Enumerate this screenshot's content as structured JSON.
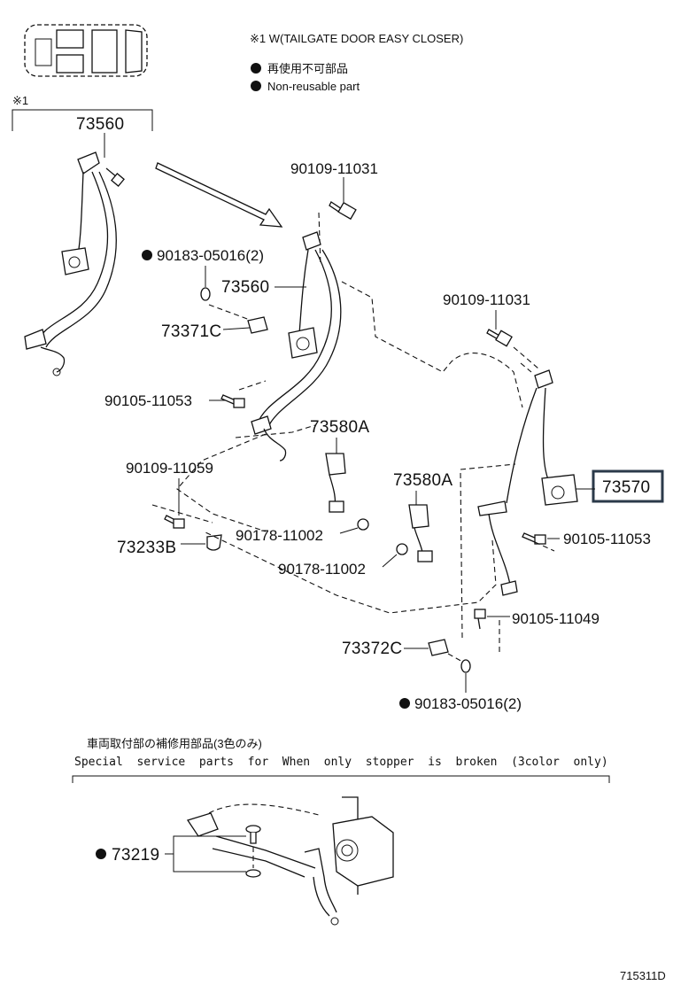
{
  "header": {
    "note_mark": "※1 W(TAILGATE DOOR EASY CLOSER)",
    "legend_jp": "再使用不可部品",
    "legend_en": "Non-reusable part",
    "section_mark": "※1"
  },
  "labels": {
    "p73560_top": "73560",
    "p90109_11031_a": "90109-11031",
    "p90183_05016_a": "90183-05016(2)",
    "p73560_mid": "73560",
    "p73371C": "73371C",
    "p90109_11031_b": "90109-11031",
    "p90105_11053_a": "90105-11053",
    "p73580A_a": "73580A",
    "p90109_11059": "90109-11059",
    "p73580A_b": "73580A",
    "p73570": "73570",
    "p73233B": "73233B",
    "p90178_11002_a": "90178-11002",
    "p90105_11053_b": "90105-11053",
    "p90178_11002_b": "90178-11002",
    "p90105_11049": "90105-11049",
    "p73372C": "73372C",
    "p90183_05016_b": "90183-05016(2)",
    "p73219": "73219"
  },
  "service": {
    "jp": "車両取付部の補修用部品(3色のみ)",
    "en": "Special  service  parts  for  When  only  stopper  is  broken  (3color  only)"
  },
  "footer": {
    "code": "715311D"
  }
}
